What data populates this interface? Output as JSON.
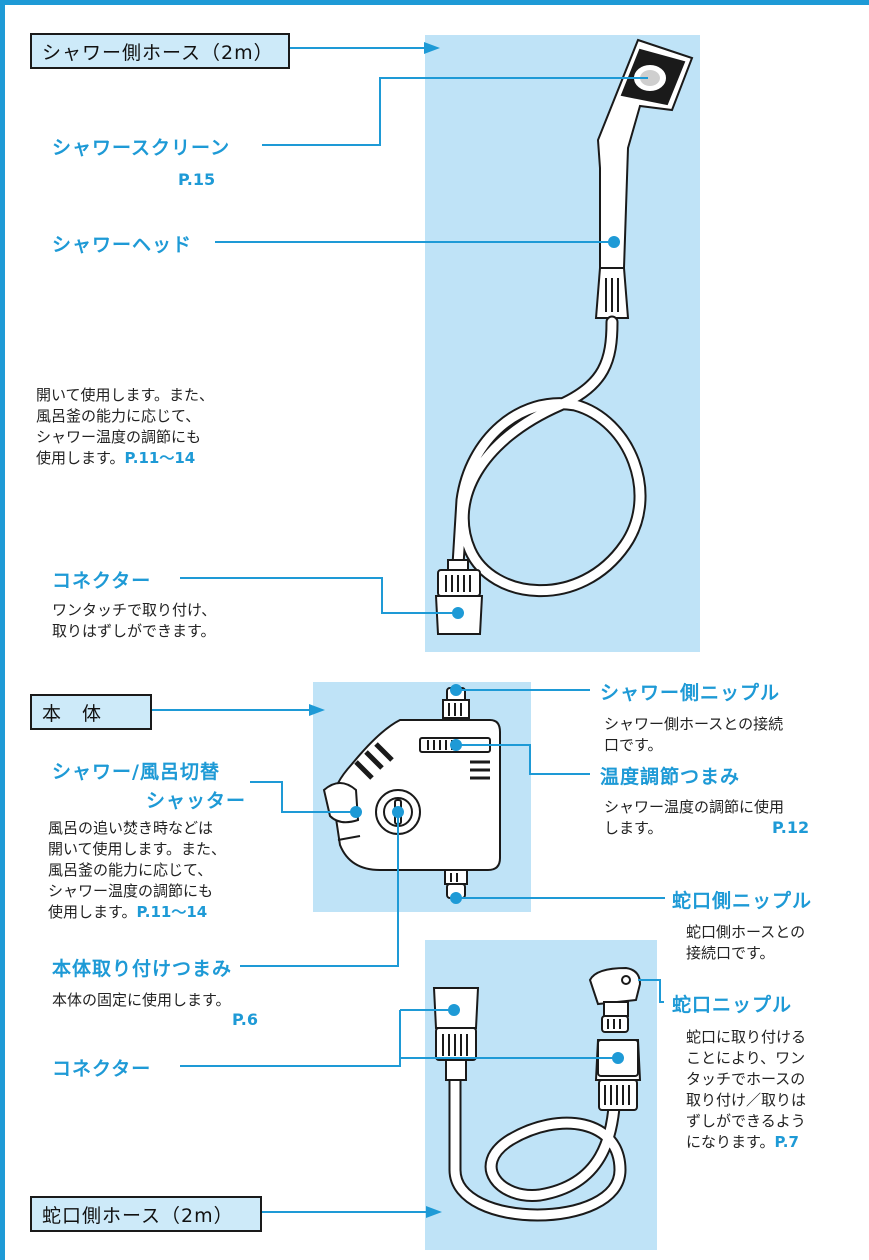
{
  "sections": {
    "shower_hose": "シャワー側ホース（2m）",
    "main_body": "本　体",
    "faucet_hose": "蛇口側ホース（2m）"
  },
  "labels": {
    "shower_screen": "シャワースクリーン",
    "shower_head": "シャワーヘッド",
    "connector_top": "コネクター",
    "shower_nipple": "シャワー側ニップル",
    "temp_knob": "温度調節つまみ",
    "shutter_line1": "シャワー/風呂切替",
    "shutter_line2": "シャッター",
    "faucet_side_nipple": "蛇口側ニップル",
    "mount_knob": "本体取り付けつまみ",
    "connector_bottom": "コネクター",
    "faucet_nipple": "蛇口ニップル"
  },
  "pages": {
    "shower_screen": "P.15",
    "temp_knob": "P.12",
    "mount_knob": "P.6",
    "shutter": "P.11〜14",
    "upper_note": "P.11〜14",
    "faucet_nipple": "P.7"
  },
  "descriptions": {
    "upper_note": "開いて使用します。また、\n風呂釜の能力に応じて、\nシャワー温度の調節にも\n使用します。",
    "connector_top": "ワンタッチで取り付け、\n取りはずしができます。",
    "shower_nipple": "シャワー側ホースとの接続\n口です。",
    "temp_knob": "シャワー温度の調節に使用\nします。",
    "shutter": "風呂の追い焚き時などは\n開いて使用します。また、\n風呂釜の能力に応じて、\nシャワー温度の調節にも\n使用します。",
    "faucet_side_nipple": "蛇口側ホースとの\n接続口です。",
    "mount_knob": "本体の固定に使用します。",
    "faucet_nipple": "蛇口に取り付ける\nことにより、ワン\nタッチでホースの\n取り付け／取りは\nずしができるよう\nになります。"
  },
  "colors": {
    "accent": "#1e9ad6",
    "panel": "#bfe3f7",
    "label_box": "#cdeaf9"
  }
}
